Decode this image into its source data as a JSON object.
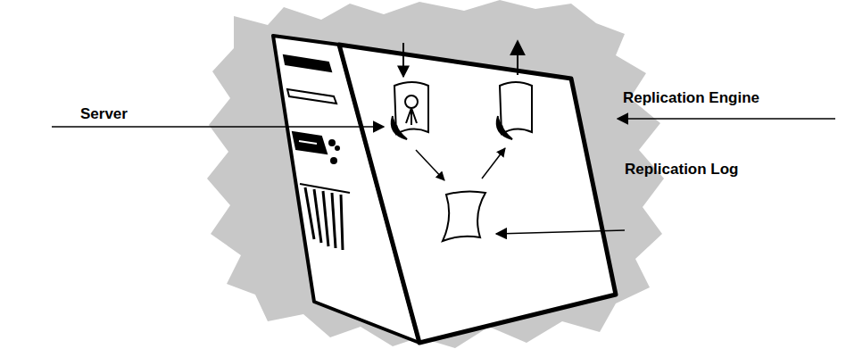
{
  "diagram": {
    "labels": [
      "Server",
      "Replication Engine",
      "Replication Log"
    ]
  }
}
